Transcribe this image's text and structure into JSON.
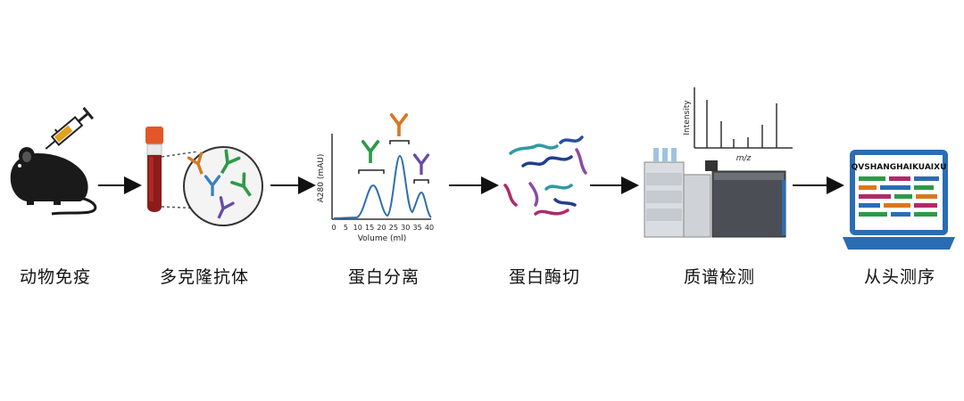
{
  "steps": [
    {
      "label": "动物免疫"
    },
    {
      "label": "多克隆抗体"
    },
    {
      "label": "蛋白分离"
    },
    {
      "label": "蛋白酶切"
    },
    {
      "label": "质谱检测"
    },
    {
      "label": "从头测序"
    }
  ],
  "chromatogram": {
    "y_label": "A280 (mAU)",
    "x_label": "Volume (ml)",
    "x_ticks": [
      "0",
      "5",
      "10",
      "15",
      "20",
      "25",
      "30",
      "35",
      "40"
    ]
  },
  "spectrum": {
    "y_label": "Intensity",
    "x_label": "m/z"
  },
  "laptop": {
    "sequence": "QVSHANGHAIKUAIXU"
  },
  "colors": {
    "ab_green": "#2e9a47",
    "ab_orange": "#d9781f",
    "ab_purple": "#6a4aa8",
    "ab_blue": "#3b7fc4",
    "chrom_line": "#2f6fb0",
    "laptop_blue": "#2b6cb3"
  }
}
